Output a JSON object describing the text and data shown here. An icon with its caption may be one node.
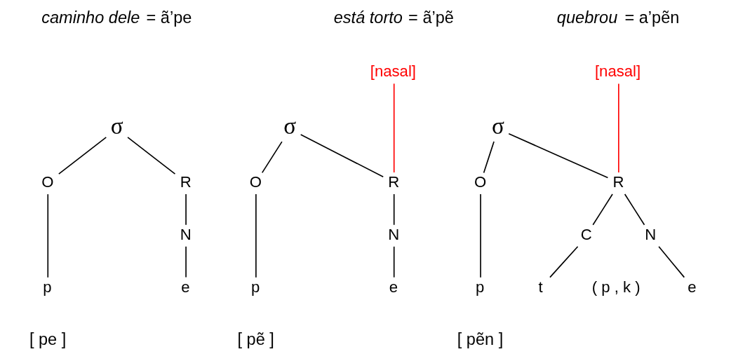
{
  "diagram": {
    "nodes": [
      {
        "text": [
          "σ"
        ]
      },
      {
        "text": [
          "O"
        ]
      },
      {
        "text": [
          "R"
        ]
      },
      {
        "text": [
          "N"
        ]
      },
      {
        "text": [
          "p"
        ]
      },
      {
        "text": [
          "e"
        ]
      },
      {
        "text": [
          "[nasal]"
        ]
      },
      {
        "text": [
          "σ"
        ]
      },
      {
        "text": [
          "O"
        ]
      },
      {
        "text": [
          "R"
        ]
      },
      {
        "text": [
          "N"
        ]
      },
      {
        "text": [
          "p"
        ]
      },
      {
        "text": [
          "e"
        ]
      },
      {
        "text": [
          "[nasal]"
        ]
      },
      {
        "text": [
          "σ"
        ]
      },
      {
        "text": [
          "O"
        ]
      },
      {
        "text": [
          "R"
        ]
      },
      {
        "text": [
          "N"
        ]
      },
      {
        "text": [
          "C"
        ]
      },
      {
        "text": [
          "p"
        ]
      },
      {
        "text": [
          "e"
        ]
      },
      {
        "text": [
          "t"
        ],
        "beside": [
          "( p , k )"
        ]
      }
    ],
    "edges": [
      {
        "from": 0,
        "to": 1,
        "arrow": "none"
      },
      {
        "from": 0,
        "to": 2,
        "arrow": "none"
      },
      {
        "from": 1,
        "to": 4,
        "arrow": "none"
      },
      {
        "from": 2,
        "to": 3,
        "arrow": "none"
      },
      {
        "from": 3,
        "to": 5,
        "arrow": "none"
      },
      {
        "from": 7,
        "to": 8,
        "arrow": "none"
      },
      {
        "from": 7,
        "to": 9,
        "arrow": "none"
      },
      {
        "from": 6,
        "to": 9,
        "arrow": "none",
        "color": "#ff0000"
      },
      {
        "from": 8,
        "to": 11,
        "arrow": "none"
      },
      {
        "from": 9,
        "to": 10,
        "arrow": "none"
      },
      {
        "from": 10,
        "to": 12,
        "arrow": "none"
      },
      {
        "from": 14,
        "to": 15,
        "arrow": "none"
      },
      {
        "from": 14,
        "to": 16,
        "arrow": "none"
      },
      {
        "from": 13,
        "to": 16,
        "arrow": "none",
        "color": "#ff0000"
      },
      {
        "from": 15,
        "to": 19,
        "arrow": "none"
      },
      {
        "from": 16,
        "to": 17,
        "arrow": "none"
      },
      {
        "from": 16,
        "to": 18,
        "arrow": "none"
      },
      {
        "from": 17,
        "to": 20,
        "arrow": "none"
      },
      {
        "from": 18,
        "to": 21,
        "arrow": "none"
      }
    ],
    "labels": [
      "*caminho dele* = ã’pe",
      "*está torto* = ã’pẽ",
      "*quebrou* = a’pẽn",
      "[ pe ]",
      "[ pẽ ]",
      "[ pẽn ]"
    ]
  }
}
